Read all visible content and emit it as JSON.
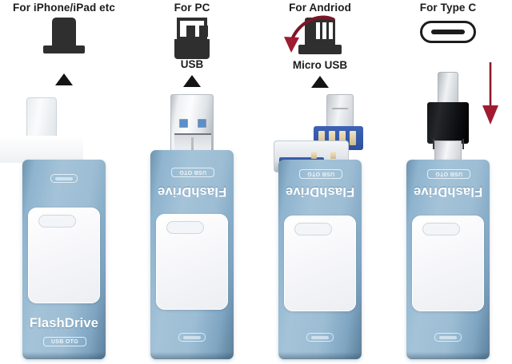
{
  "page": {
    "background_color": "#ffffff",
    "product_name": "FlashDrive",
    "badge_text": "USB OTG"
  },
  "colors": {
    "body_blue": "#8fb4cf",
    "body_blue_dark": "#5e7f99",
    "icon_black": "#2f2f2f",
    "arrow_red": "#9e1b32",
    "panel_white": "#f5f5f7",
    "connector_silver": "#dfe3e7",
    "micro_usb_blue": "#2d4f9e",
    "type_c_black": "#101214",
    "usb_contact_blue": "#5b8fc9"
  },
  "columns": [
    {
      "id": "iphone",
      "title": "For iPhone/iPad etc",
      "subtitle": "",
      "icon": "lightning-connector-icon",
      "arrow": "triangle-up-icon",
      "connector": "lightning-connector",
      "brand_label": "FlashDrive",
      "badge_label": "USB OTG",
      "brand_orientation": "upright",
      "accent_arrow": ""
    },
    {
      "id": "pc",
      "title": "For PC",
      "subtitle": "USB",
      "icon": "usb-a-connector-icon",
      "arrow": "triangle-up-icon",
      "connector": "usb-a-connector",
      "brand_label": "FlashDrive",
      "badge_label": "USB OTG",
      "brand_orientation": "rotated-180",
      "accent_arrow": ""
    },
    {
      "id": "android",
      "title": "For Andriod",
      "subtitle": "Micro USB",
      "icon": "micro-usb-connector-icon",
      "arrow": "triangle-up-icon",
      "connector": "micro-usb-adapter",
      "brand_label": "FlashDrive",
      "badge_label": "USB OTG",
      "brand_orientation": "rotated-180",
      "accent_arrow": "curved-red-arrow"
    },
    {
      "id": "typec",
      "title": "For Type C",
      "subtitle": "",
      "icon": "type-c-connector-icon",
      "arrow": "",
      "connector": "type-c-adapter",
      "brand_label": "FlashDrive",
      "badge_label": "USB OTG",
      "brand_orientation": "rotated-180",
      "accent_arrow": "straight-red-arrow"
    }
  ]
}
